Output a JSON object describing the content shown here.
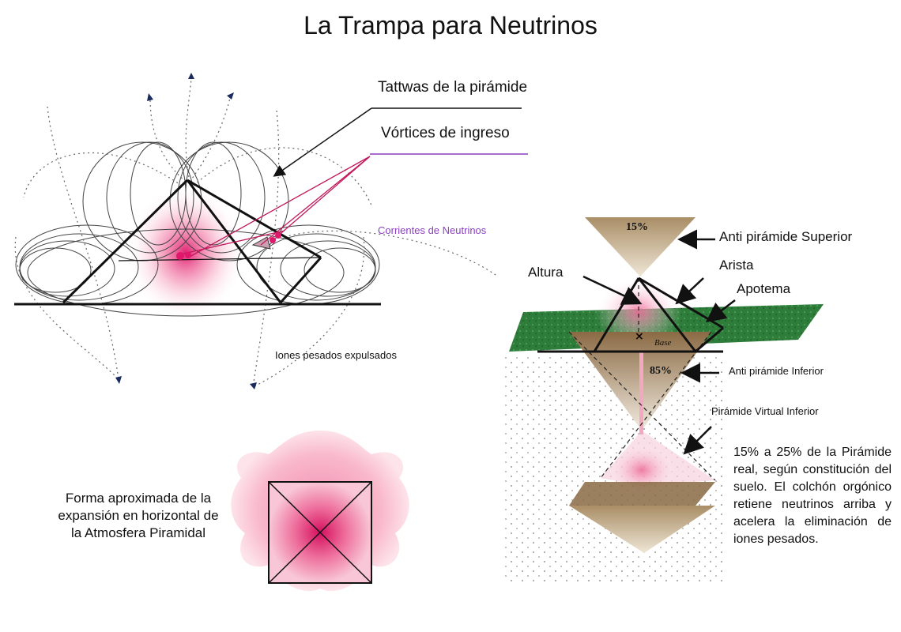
{
  "title": "La Trampa para Neutrinos",
  "labels": {
    "tattwas": "Tattwas de la pirámide",
    "vortices": "Vórtices de ingreso",
    "corrientes": "Corrientes de Neutrinos",
    "iones": "Iones pesados expulsados",
    "anti_superior": "Anti pirámide Superior",
    "arista": "Arista",
    "altura": "Altura",
    "apotema": "Apotema",
    "anti_inferior": "Anti pirámide Inferior",
    "virtual_inferior": "Pirámide Virtual Inferior",
    "pct_top": "15%",
    "pct_bottom": "85%",
    "base": "Base"
  },
  "descriptions": {
    "left": "Forma aproximada de la expansión en horizontal de la Atmosfera Piramidal",
    "right": "15% a 25% de la Pirámide real, según constitución del suelo. El colchón orgónico retiene neutrinos arriba y acelera la eliminación de iones pesados."
  },
  "colors": {
    "pink": "#e0186c",
    "purple": "#8a3fbf",
    "green": "#2e7d3a",
    "brown": "#8a6a44",
    "tan": "#bca27a"
  }
}
